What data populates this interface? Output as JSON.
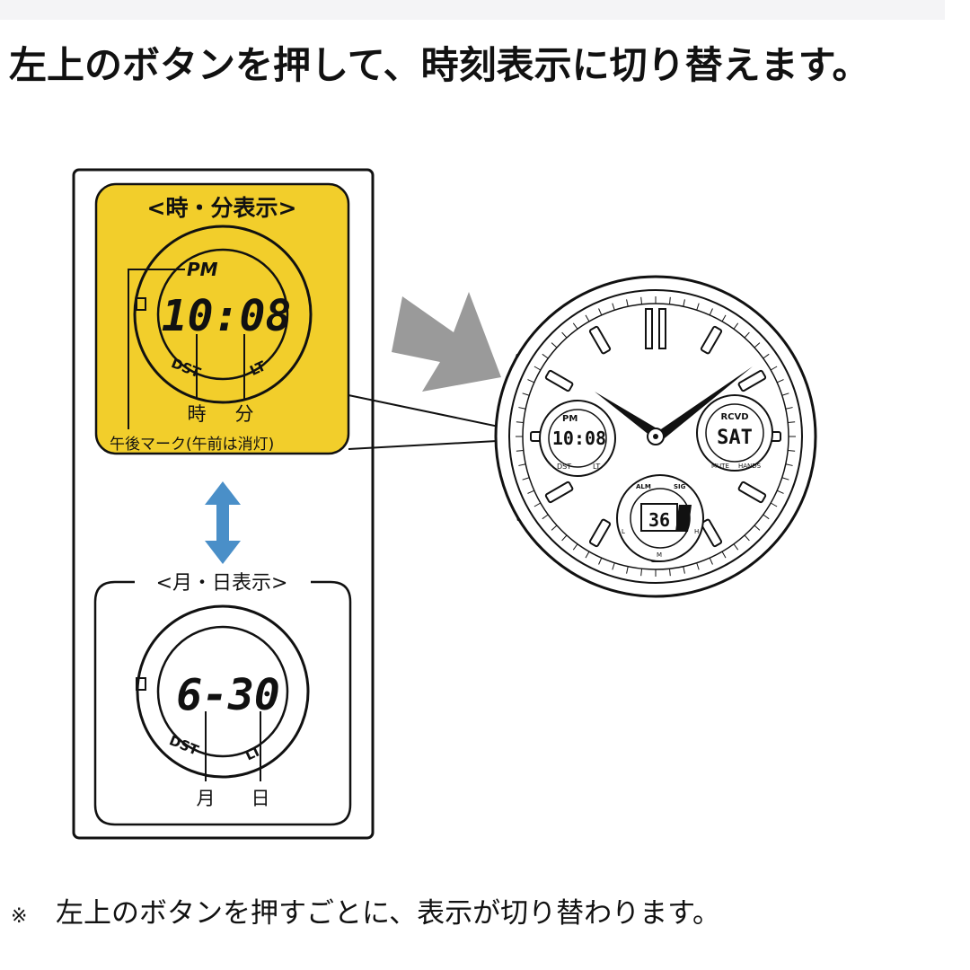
{
  "heading": "左上のボタンを押して、時刻表示に切り替えます。",
  "footnote": {
    "mark": "※",
    "text": "左上のボタンを押すごとに、表示が切り替わります。"
  },
  "time_panel": {
    "title": "<時・分表示>",
    "indicator": "PM",
    "display": "10:08",
    "ring_left": "DST",
    "ring_right": "LT",
    "label_hour": "時",
    "label_minute": "分",
    "pm_note": "午後マーク(午前は消灯)"
  },
  "date_panel": {
    "title": "<月・日表示>",
    "display": "6-30",
    "ring_left": "DST",
    "ring_right": "LT",
    "label_month": "月",
    "label_day": "日"
  },
  "watch": {
    "left_subdial": {
      "indicator": "PM",
      "display": "10:08",
      "left": "DST",
      "right": "LT"
    },
    "right_subdial": {
      "top": "RCVD",
      "display": "SAT",
      "bottom_left": "MUTE",
      "bottom_right": "HANDS"
    },
    "bottom_subdial": {
      "left": "ALM",
      "right": "SIG",
      "display": "36",
      "l": "L",
      "m": "M",
      "h": "H"
    }
  },
  "colors": {
    "highlight": "#f2ce2b",
    "arrow_blue": "#4a8fc8",
    "arrow_gray": "#9a9a9a",
    "ink": "#111111"
  }
}
